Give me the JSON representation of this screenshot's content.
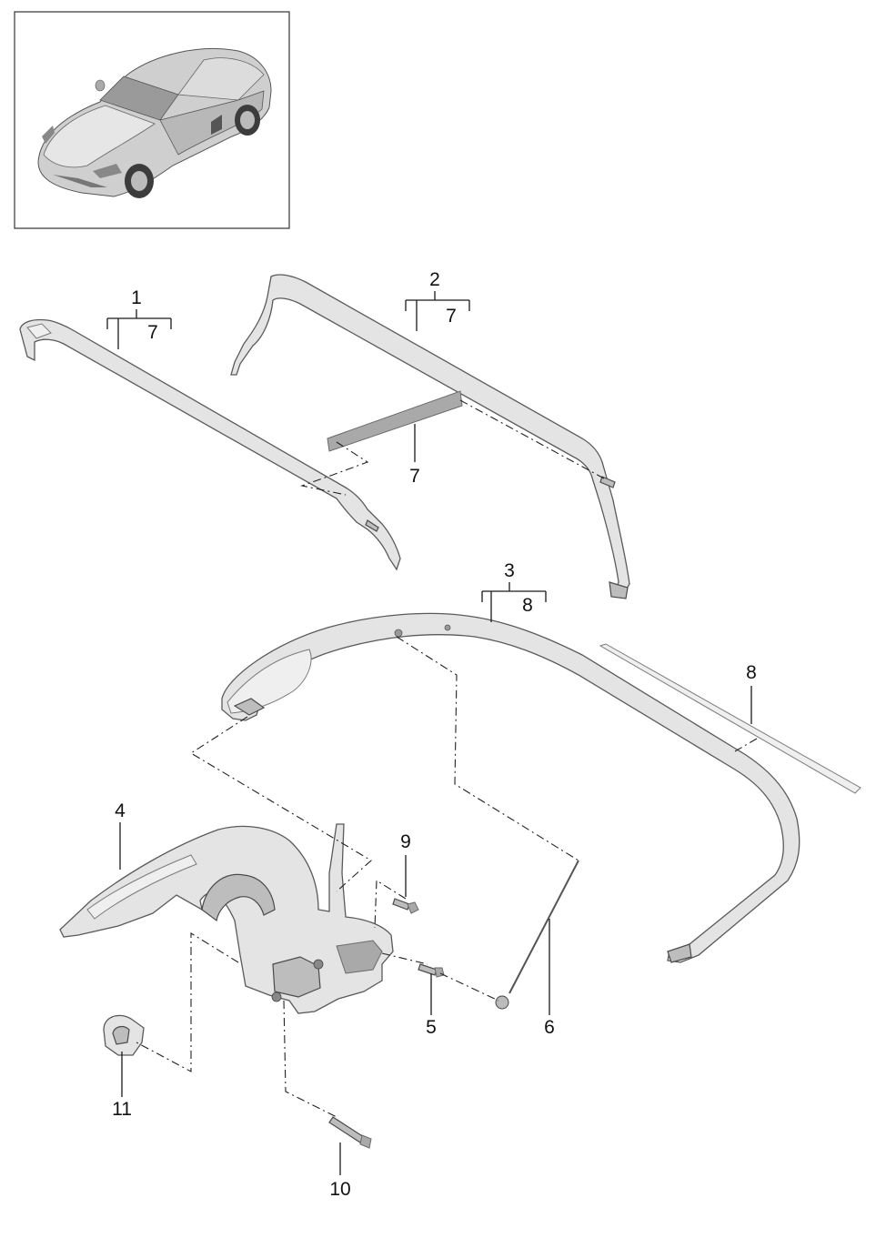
{
  "callouts": {
    "c1": "1",
    "c1_sub": "7",
    "c2": "2",
    "c2_sub": "7",
    "c3": "3",
    "c3_sub": "8",
    "c4": "4",
    "c5": "5",
    "c6": "6",
    "c7": "7",
    "c8": "8",
    "c9": "9",
    "c10": "10",
    "c11": "11"
  },
  "colors": {
    "part_fill": "#e4e4e4",
    "part_stroke": "#5a5a5a",
    "line": "#1a1a1a",
    "background": "#ffffff"
  }
}
